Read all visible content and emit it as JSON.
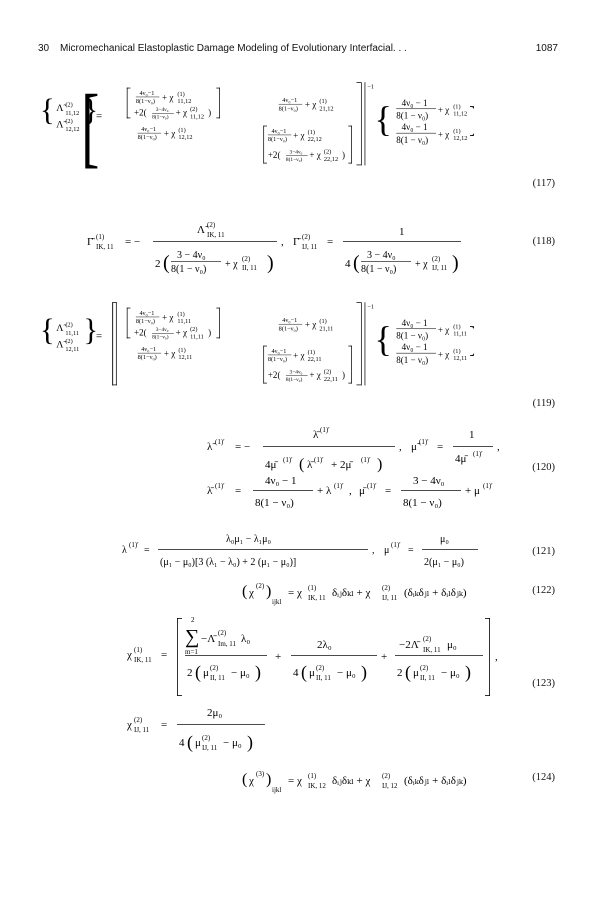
{
  "header": {
    "page_number": "30",
    "title": "Micromechanical Elastoplastic Damage Modeling of Evolutionary Interfacial. . .",
    "page_ref": "1087"
  },
  "equations": [
    {
      "number": "(117)"
    },
    {
      "number": "(118)"
    },
    {
      "number": "(119)"
    },
    {
      "number": "(120)"
    },
    {
      "number": "(121)"
    },
    {
      "number": "(122)"
    },
    {
      "number": "(123)"
    },
    {
      "number": "(124)"
    }
  ]
}
